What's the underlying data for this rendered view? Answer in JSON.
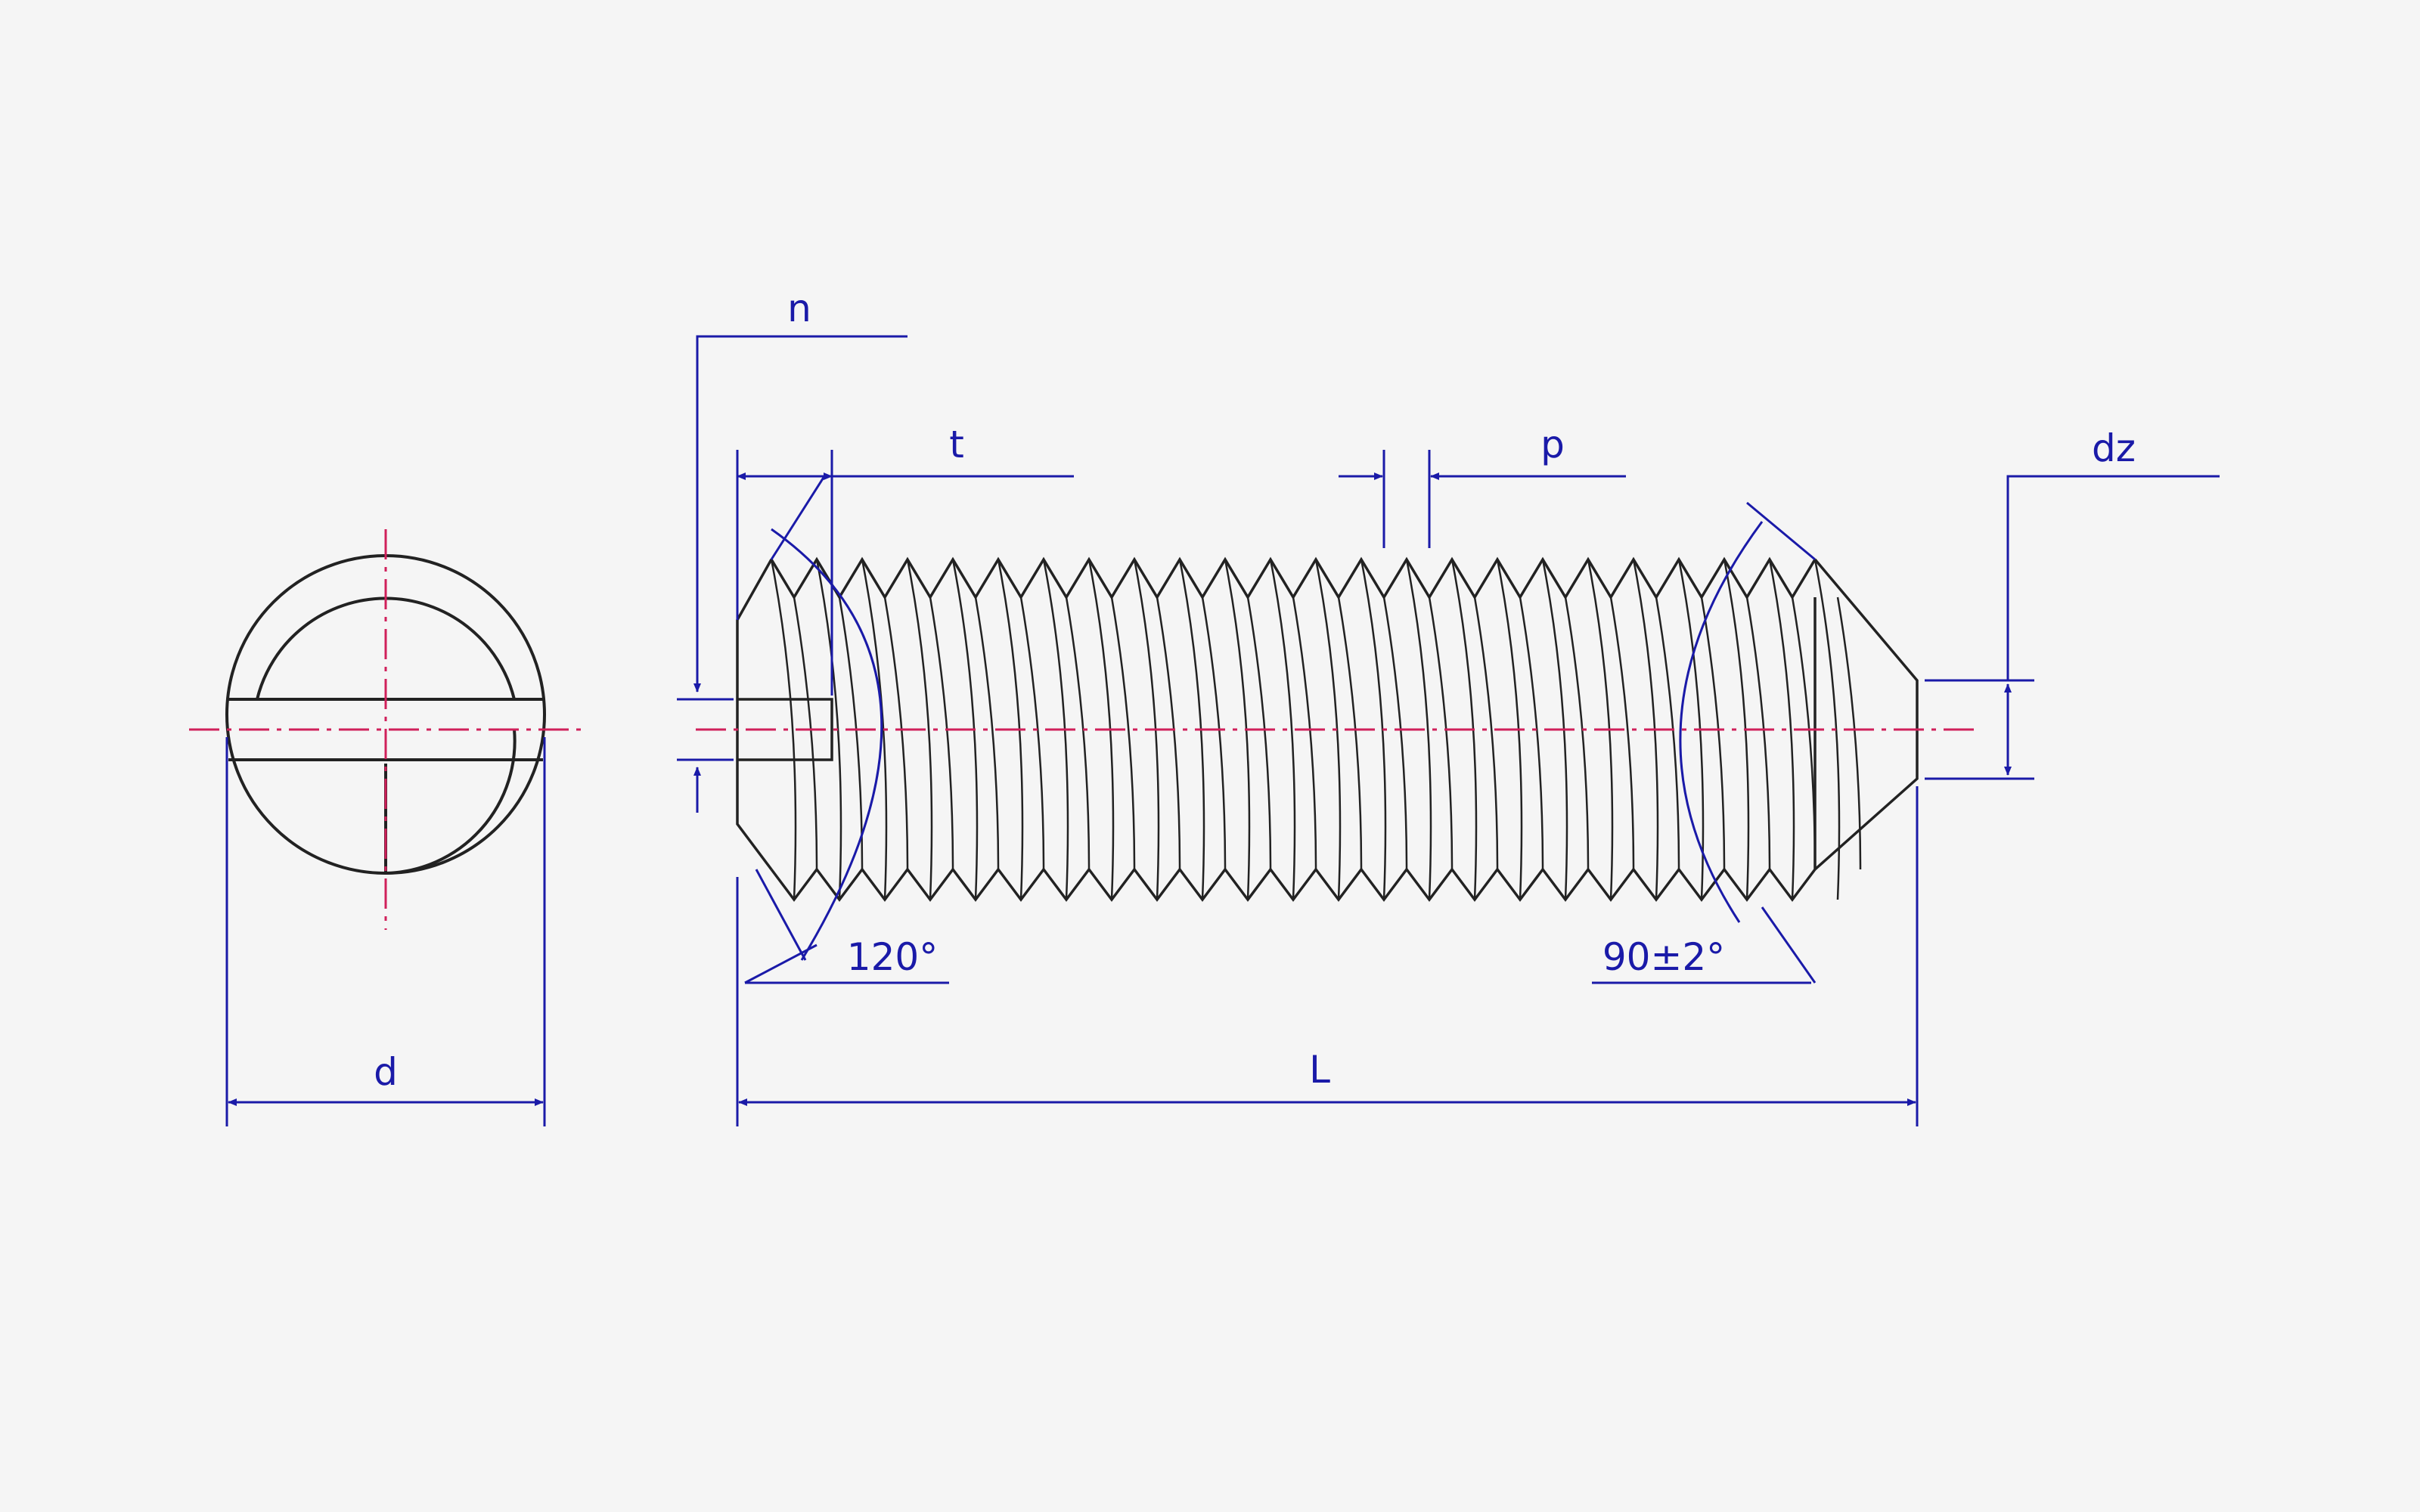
{
  "colors": {
    "background": "#f5f5f5",
    "outline": "#222222",
    "dimension": "#1a1aa8",
    "centerline": "#d0205a"
  },
  "labels": {
    "n": "n",
    "t": "t",
    "p": "p",
    "dz": "dz",
    "angle_tip_left": "120°",
    "angle_tip_right": "90±2°",
    "d": "d",
    "L": "L"
  }
}
